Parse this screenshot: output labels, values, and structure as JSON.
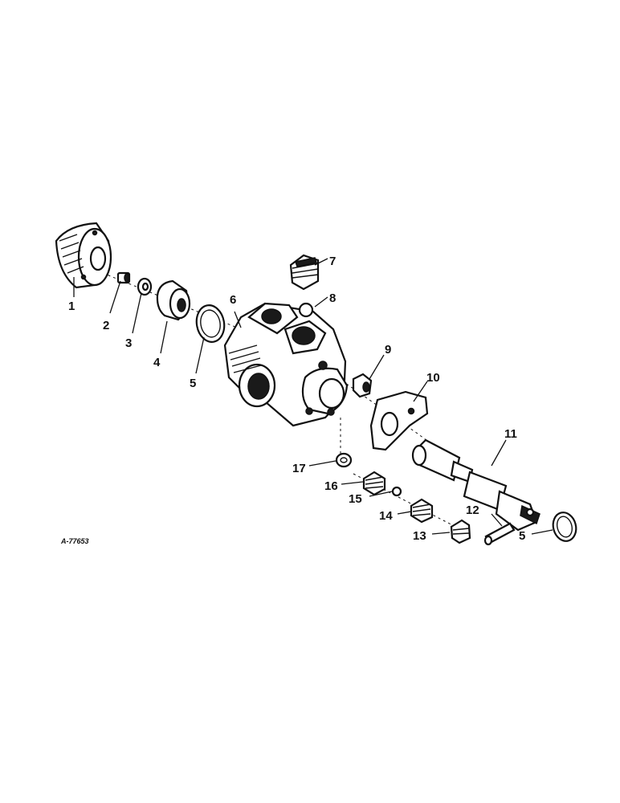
{
  "drawing_ref": "A-77653",
  "callouts": [
    {
      "id": "1",
      "label": "1"
    },
    {
      "id": "2",
      "label": "2"
    },
    {
      "id": "3",
      "label": "3"
    },
    {
      "id": "4",
      "label": "4"
    },
    {
      "id": "5a",
      "label": "5"
    },
    {
      "id": "6",
      "label": "6"
    },
    {
      "id": "7",
      "label": "7"
    },
    {
      "id": "8",
      "label": "8"
    },
    {
      "id": "9",
      "label": "9"
    },
    {
      "id": "10",
      "label": "10"
    },
    {
      "id": "11",
      "label": "11"
    },
    {
      "id": "12",
      "label": "12"
    },
    {
      "id": "5b",
      "label": "5"
    },
    {
      "id": "13",
      "label": "13"
    },
    {
      "id": "14",
      "label": "14"
    },
    {
      "id": "15",
      "label": "15"
    },
    {
      "id": "16",
      "label": "16"
    },
    {
      "id": "17",
      "label": "17"
    }
  ],
  "colors": {
    "ink": "#111111",
    "paper": "#ffffff"
  }
}
